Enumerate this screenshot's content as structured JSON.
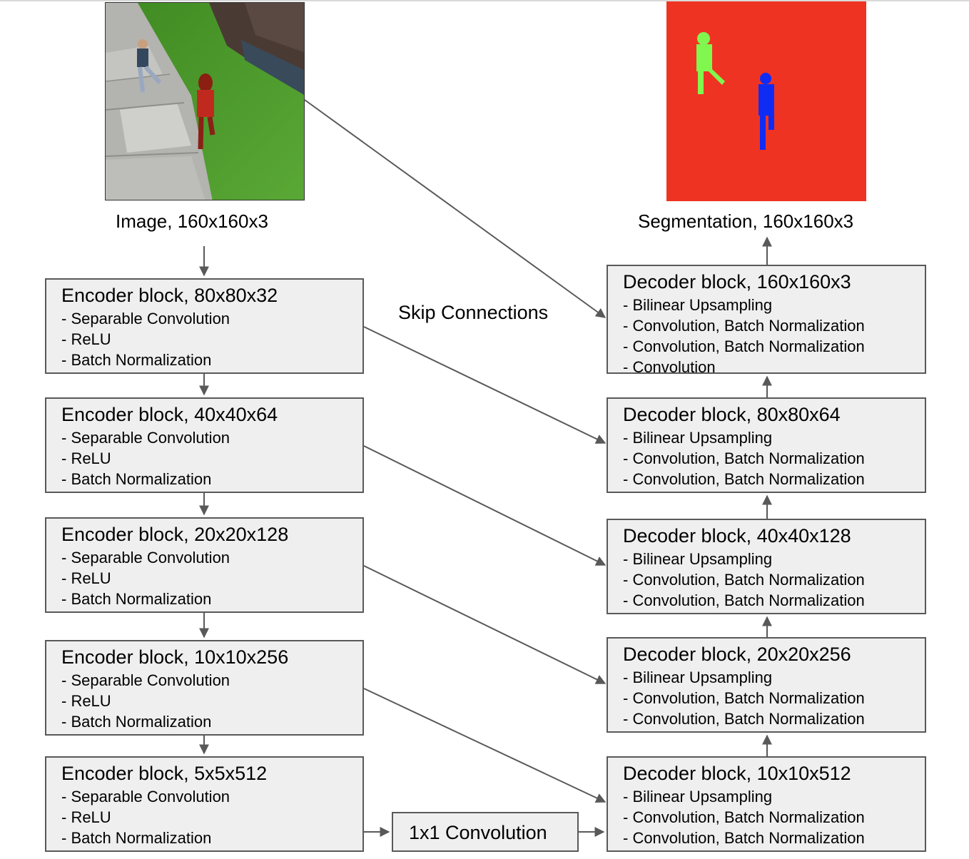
{
  "input_image": {
    "caption": "Image, 160x160x3"
  },
  "output_image": {
    "caption": "Segmentation, 160x160x3"
  },
  "skip_label": "Skip Connections",
  "encoders": [
    {
      "title": "Encoder block, 80x80x32",
      "items": [
        "- Separable Convolution",
        "- ReLU",
        "- Batch Normalization"
      ]
    },
    {
      "title": "Encoder block, 40x40x64",
      "items": [
        "- Separable Convolution",
        "- ReLU",
        "- Batch Normalization"
      ]
    },
    {
      "title": "Encoder block, 20x20x128",
      "items": [
        "- Separable Convolution",
        "- ReLU",
        "- Batch Normalization"
      ]
    },
    {
      "title": "Encoder block, 10x10x256",
      "items": [
        "- Separable Convolution",
        "- ReLU",
        "- Batch Normalization"
      ]
    },
    {
      "title": "Encoder block, 5x5x512",
      "items": [
        "- Separable Convolution",
        "- ReLU",
        "- Batch Normalization"
      ]
    }
  ],
  "bottleneck": {
    "title": "1x1 Convolution"
  },
  "decoders": [
    {
      "title": "Decoder block, 160x160x3",
      "items": [
        "- Bilinear Upsampling",
        "- Convolution, Batch Normalization",
        "- Convolution, Batch Normalization",
        "- Convolution"
      ]
    },
    {
      "title": "Decoder block, 80x80x64",
      "items": [
        "- Bilinear Upsampling",
        "- Convolution, Batch Normalization",
        "- Convolution, Batch Normalization"
      ]
    },
    {
      "title": "Decoder block, 40x40x128",
      "items": [
        "- Bilinear Upsampling",
        "- Convolution, Batch Normalization",
        "- Convolution, Batch Normalization"
      ]
    },
    {
      "title": "Decoder block, 20x20x256",
      "items": [
        "- Bilinear Upsampling",
        "- Convolution, Batch Normalization",
        "- Convolution, Batch Normalization"
      ]
    },
    {
      "title": "Decoder block, 10x10x512",
      "items": [
        "- Bilinear Upsampling",
        "- Convolution, Batch Normalization",
        "- Convolution, Batch Normalization"
      ]
    }
  ],
  "colors": {
    "box_fill": "#efefef",
    "box_border": "#595959",
    "arrow": "#595959",
    "seg_background": "#ef3323",
    "seg_person_green": "#80f74f",
    "seg_person_blue": "#0f2cf5",
    "grass": "#4f9a2c",
    "pavement": "#a9a9a6"
  }
}
